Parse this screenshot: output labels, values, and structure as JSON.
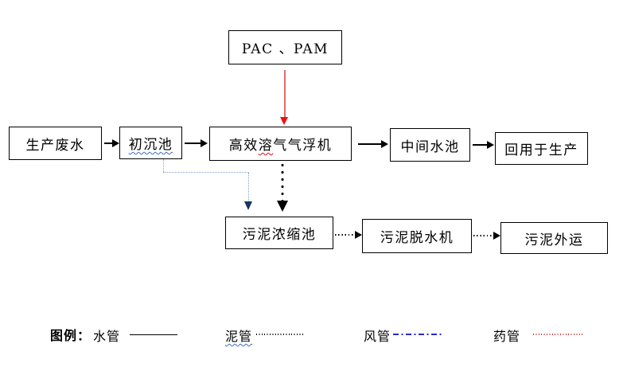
{
  "diagram": {
    "type": "flowchart",
    "subject": "wastewater-treatment-process",
    "nodes": {
      "pac": {
        "label": "PAC 、PAM"
      },
      "wastewater": {
        "label": "生产废水"
      },
      "primary": {
        "label": "初沉池"
      },
      "daf": {
        "pre": "高效",
        "squiggle": "溶",
        "post": "气气浮机",
        "full": "高效溶气气浮机"
      },
      "intermediate": {
        "label": "中间水池"
      },
      "reuse": {
        "label": "回用于生产"
      },
      "thickener": {
        "label": "污泥浓缩池"
      },
      "dewatering": {
        "label": "污泥脱水机"
      },
      "transport": {
        "label": "污泥外运"
      }
    },
    "edges": [
      {
        "from": "生产废水",
        "to": "初沉池",
        "type": "水管",
        "style": "solid-black-arrow"
      },
      {
        "from": "初沉池",
        "to": "高效溶气气浮机",
        "type": "水管",
        "style": "solid-black-arrow"
      },
      {
        "from": "PAC 、PAM",
        "to": "高效溶气气浮机",
        "type": "药管",
        "style": "thin-red-arrow"
      },
      {
        "from": "高效溶气气浮机",
        "to": "中间水池",
        "type": "水管",
        "style": "solid-black-arrow"
      },
      {
        "from": "中间水池",
        "to": "回用于生产",
        "type": "水管",
        "style": "solid-black-arrow"
      },
      {
        "from": "初沉池",
        "to": "污泥浓缩池",
        "type": "泥管",
        "style": "light-blue-dotted-elbow-arrow"
      },
      {
        "from": "高效溶气气浮机",
        "to": "污泥浓缩池",
        "type": "泥管",
        "style": "heavy-dotted-black-arrow"
      },
      {
        "from": "污泥浓缩池",
        "to": "污泥脱水机",
        "type": "泥管",
        "style": "fine-dotted-black-arrow"
      },
      {
        "from": "污泥脱水机",
        "to": "污泥外运",
        "type": "泥管",
        "style": "fine-dotted-black-arrow"
      }
    ]
  },
  "legend": {
    "title": "图例：",
    "items": [
      {
        "label": "水管",
        "style": "solid",
        "color": "#000000"
      },
      {
        "label": "泥管",
        "style": "dotted",
        "color": "#000000"
      },
      {
        "label": "风管",
        "style": "dash-dot",
        "color": "#2929cc"
      },
      {
        "label": "药管",
        "style": "dotted",
        "color": "#dd3333"
      }
    ]
  },
  "colors": {
    "background": "#ffffff",
    "box_border": "#000000",
    "text": "#000000",
    "chemical_line": "#e36c6c",
    "chemical_arrowhead": "#ee1111",
    "branch_dotted_line": "#7da0cf",
    "branch_arrowhead": "#17375e",
    "air_line_blue": "#2929cc",
    "spellcheck_blue": "#3b6cc5",
    "spellcheck_red": "#cc1111"
  }
}
